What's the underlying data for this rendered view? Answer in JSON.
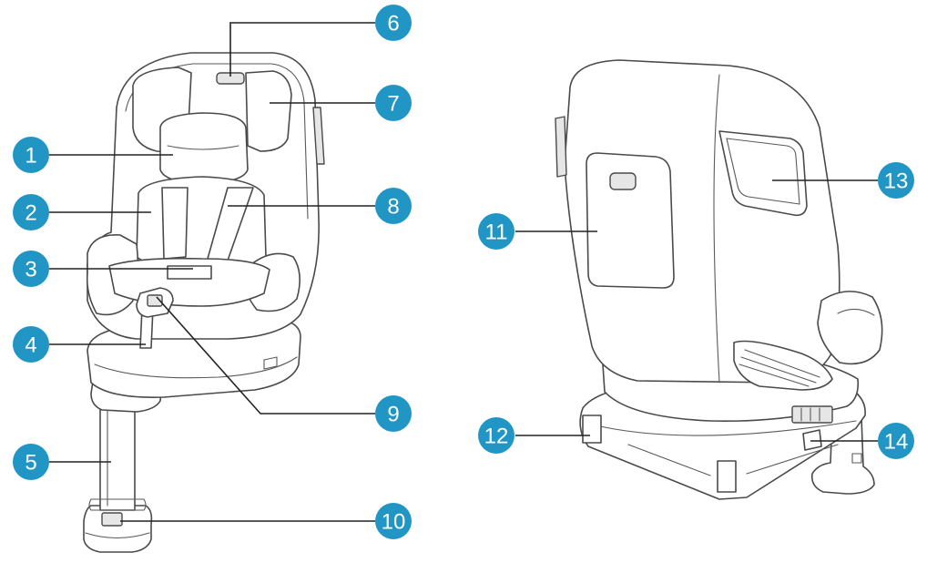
{
  "colors": {
    "badge": "#2196c4",
    "line": "#222222",
    "outline": "#4a4a4a",
    "fill": "#e6e6e6"
  },
  "callouts": [
    {
      "id": "c1",
      "label": "1"
    },
    {
      "id": "c2",
      "label": "2"
    },
    {
      "id": "c3",
      "label": "3"
    },
    {
      "id": "c4",
      "label": "4"
    },
    {
      "id": "c5",
      "label": "5"
    },
    {
      "id": "c6",
      "label": "6"
    },
    {
      "id": "c7",
      "label": "7"
    },
    {
      "id": "c8",
      "label": "8"
    },
    {
      "id": "c9",
      "label": "9"
    },
    {
      "id": "c10",
      "label": "10"
    },
    {
      "id": "c11",
      "label": "11"
    },
    {
      "id": "c12",
      "label": "12"
    },
    {
      "id": "c13",
      "label": "13"
    },
    {
      "id": "c14",
      "label": "14"
    }
  ]
}
